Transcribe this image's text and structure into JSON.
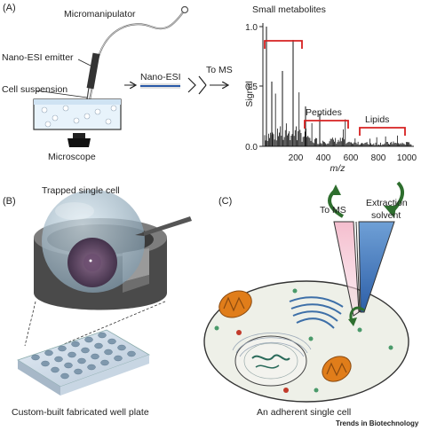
{
  "panels": [
    "(A)",
    "(B)",
    "(C)"
  ],
  "panel_a": {
    "labels": {
      "micromanipulator": "Micromanipulator",
      "emitter": "Nano-ESI emitter",
      "cells": "Cell suspension",
      "microscope": "Microscope",
      "nano_esi": "Nano-ESI",
      "to_ms": "To MS"
    },
    "spectrum": {
      "ylabel": "Signal",
      "xlabel": "m/z",
      "y_ticks": [
        "1.0",
        "0.5",
        "0.0"
      ],
      "x_ticks": [
        "200",
        "400",
        "600",
        "800",
        "1000"
      ],
      "regions": {
        "small": "Small metabolites",
        "peptides": "Peptides",
        "lipids": "Lipids"
      },
      "colors": {
        "bracket": "#d62020",
        "peaks": "#111111"
      }
    }
  },
  "panel_b": {
    "top_label": "Trapped single cell",
    "bottom_label": "Custom-built fabricated well plate"
  },
  "panel_c": {
    "to_ms": "To MS",
    "extraction": "Extraction",
    "solvent": "solvent",
    "caption": "An adherent single cell"
  },
  "source": "Trends in Biotechnology"
}
